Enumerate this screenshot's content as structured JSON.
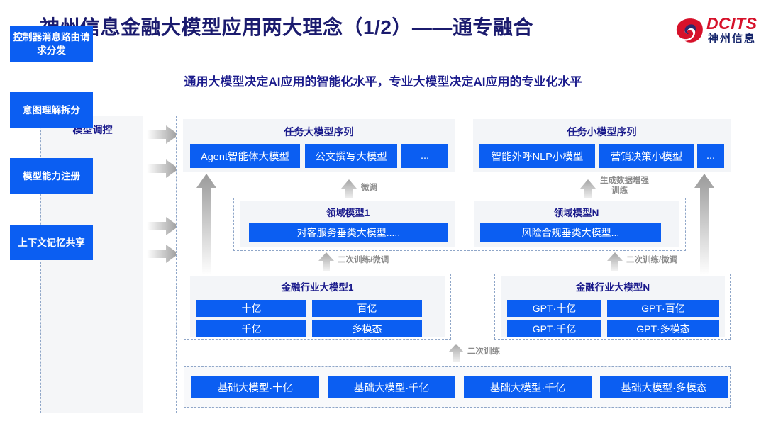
{
  "header": {
    "title": "神州信息金融大模型应用两大理念（1/2）——通专融合",
    "accent_colors": [
      "#150a96",
      "#0b5ef2",
      "#1fb8ee"
    ],
    "logo": {
      "brand": "DCITS",
      "brand_cn": "神州信息",
      "brand_color": "#d6112a",
      "brand_cn_color": "#15256b"
    }
  },
  "subtitle": "通用大模型决定AI应用的智能化水平，专业大模型决定AI应用的专业化水平",
  "sidebar": {
    "title": "模型调控",
    "items": [
      {
        "label": "控制器消息路由请求分发"
      },
      {
        "label": "意图理解拆分"
      },
      {
        "label": "模型能力注册"
      },
      {
        "label": "上下文记忆共享"
      }
    ]
  },
  "sequences": {
    "left": {
      "title": "任务大模型序列",
      "chips": [
        "Agent智能体大模型",
        "公文撰写大模型",
        "..."
      ]
    },
    "right": {
      "title": "任务小模型序列",
      "chips": [
        "智能外呼NLP小模型",
        "营销决策小模型",
        "..."
      ]
    }
  },
  "domain_models": {
    "left": {
      "title": "领域模型1",
      "chip": "对客服务垂类大模型....."
    },
    "right": {
      "title": "领域模型N",
      "chip": "风险合规垂类大模型..."
    }
  },
  "industry_models": {
    "left": {
      "title": "金融行业大模型1",
      "chips": [
        "十亿",
        "百亿",
        "千亿",
        "多模态"
      ]
    },
    "right": {
      "title": "金融行业大模型N",
      "chips": [
        "GPT·十亿",
        "GPT·百亿",
        "GPT·千亿",
        "GPT·多模态"
      ]
    }
  },
  "base_models": {
    "chips": [
      "基础大模型·十亿",
      "基础大模型·千亿",
      "基础大模型·千亿",
      "基础大模型·多模态"
    ]
  },
  "flow_labels": {
    "finetune": "微调",
    "data_aug_line1": "生成数据增强",
    "data_aug_line2": "训练",
    "retrain_finetune_left": "二次训练/微调",
    "retrain_finetune_right": "二次训练/微调",
    "retrain": "二次训练"
  },
  "colors": {
    "chip_blue": "#0b5ef2",
    "title_navy": "#1b1b6e",
    "panel_gray": "#f3f5f8",
    "dash_border": "#8fa6c8",
    "arrow_gray": "#a8a8a8"
  }
}
